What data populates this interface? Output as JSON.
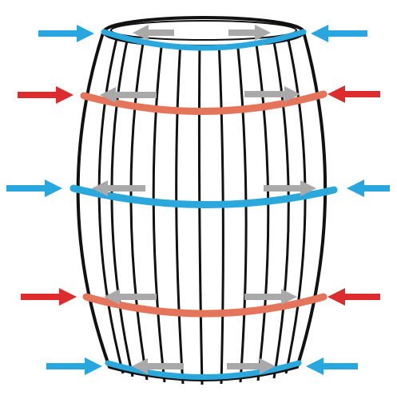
{
  "figure": {
    "subject": "barrel",
    "colors": {
      "background": "#ffffff",
      "outline": "#111111",
      "blue_hoop": "#2aa8dc",
      "red_hoop": "#e4745a",
      "blue_arrow": "#28a7df",
      "red_arrow": "#dd2b2e",
      "gray_arrow": "#a9a9a9"
    },
    "hoops": [
      {
        "id": "top",
        "color": "blue"
      },
      {
        "id": "upper",
        "color": "red"
      },
      {
        "id": "middle",
        "color": "blue"
      },
      {
        "id": "lower",
        "color": "red"
      },
      {
        "id": "bottom",
        "color": "blue"
      }
    ],
    "arrow_pairs": [
      {
        "level": "top",
        "outer_color": "blue",
        "inner_color": "gray"
      },
      {
        "level": "upper",
        "outer_color": "red",
        "inner_color": "gray"
      },
      {
        "level": "middle",
        "outer_color": "blue",
        "inner_color": "gray"
      },
      {
        "level": "lower",
        "outer_color": "red",
        "inner_color": "gray"
      },
      {
        "level": "bottom",
        "outer_color": "blue",
        "inner_color": "gray"
      }
    ]
  }
}
